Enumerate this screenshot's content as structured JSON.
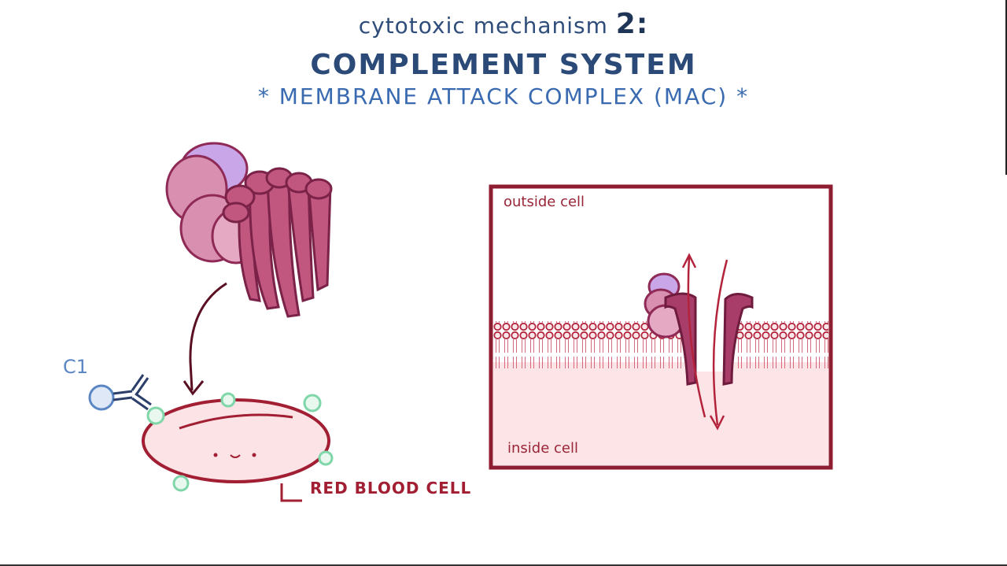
{
  "title": {
    "line1_text": "cytotoxic mechanism",
    "line1_number": "2:",
    "line2": "COMPLEMENT SYSTEM",
    "line3": "* MEMBRANE ATTACK COMPLEX (MAC) *"
  },
  "labels": {
    "c1": "C1",
    "red_blood_cell": "RED BLOOD CELL",
    "outside_cell": "outside cell",
    "inside_cell": "inside cell"
  },
  "colors": {
    "title_dark_blue": "#2b4a78",
    "subtitle_blue": "#3a6bb0",
    "maroon": "#8f1d31",
    "mac_pink": "#c1567f",
    "mac_light": "#d98fb0",
    "mac_purple": "#c9a6e8",
    "rbc_fill": "#fbe3e6",
    "complement_green": "#7fd6a8",
    "antibody_blue": "#5b86c4"
  }
}
